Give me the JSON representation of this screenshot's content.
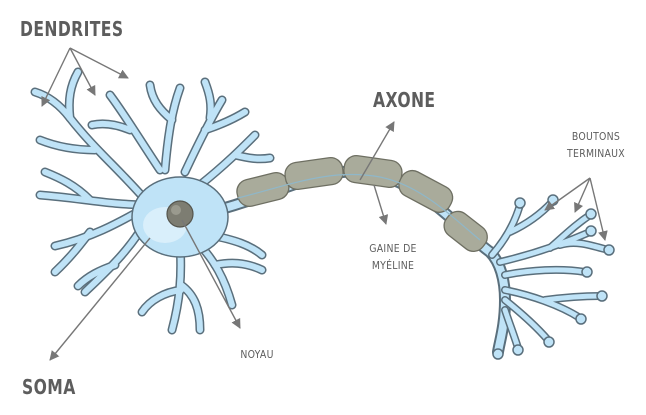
{
  "labels": {
    "dendrites": "DENDRITES",
    "soma": "SOMA",
    "axone": "AXONE",
    "gaine_line1": "GAINE DE",
    "gaine_line2": "MYÉLINE",
    "noyau": "NOYAU",
    "boutons_line1": "BOUTONS",
    "boutons_line2": "TERMINAUX"
  },
  "colors": {
    "cell_fill": "#bfe3f7",
    "cell_stroke": "#5a6f7c",
    "myelin_fill": "#a9ab9b",
    "myelin_stroke": "#6e6f62",
    "nucleus": "#7d7d72",
    "text": "#5d5d5d",
    "arrow": "#777777"
  }
}
